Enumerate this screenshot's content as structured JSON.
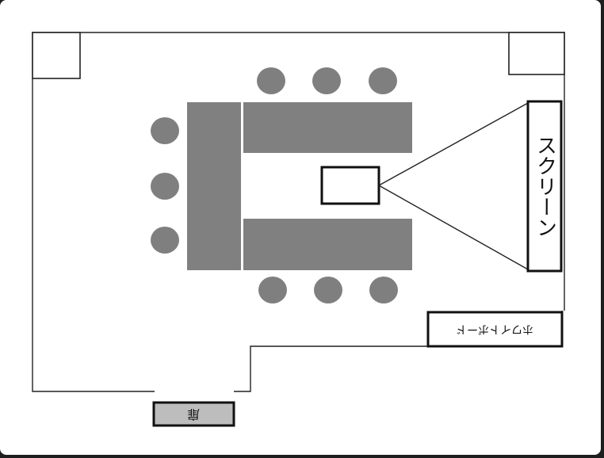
{
  "diagram": {
    "screen_label": "スクリーン",
    "whiteboard_label": "ホワイトボード",
    "door_label": "扉"
  },
  "colors": {
    "background": "#ffffff",
    "outer_frame": "#1e1e1e",
    "wall": "#222222",
    "table_fill": "#808080",
    "chair_fill": "#7f7f7f",
    "door_fill": "#bdbdbd"
  }
}
